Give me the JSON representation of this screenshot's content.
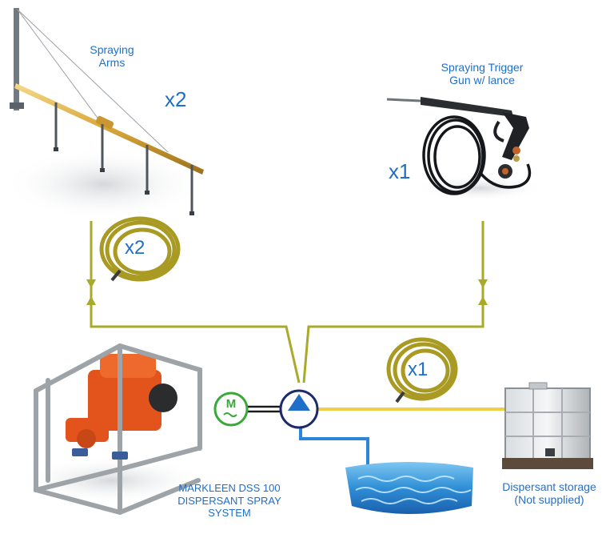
{
  "spraying_arms": {
    "label_line1": "Spraying",
    "label_line2": "Arms",
    "quantity": "x2"
  },
  "spray_gun": {
    "label_line1": "Spraying Trigger",
    "label_line2": "Gun  w/ lance",
    "quantity": "x1"
  },
  "hose_left": {
    "quantity": "x2"
  },
  "hose_right": {
    "quantity": "x1"
  },
  "motor": {
    "symbol": "M"
  },
  "system": {
    "line1": "MARKLEEN DSS 100",
    "line2": "DISPERSANT SPRAY",
    "line3": "SYSTEM"
  },
  "storage": {
    "line1": "Dispersant storage",
    "line2": "(Not supplied)"
  },
  "colors": {
    "label_blue": "#1f6fc8",
    "olive_line": "#a9a92a",
    "yellow_line": "#f0cf46",
    "water_line": "#2b86d8",
    "motor_green": "#3ba83b",
    "hose": "#a99a23",
    "pump_engine": "#e3541c",
    "frame_steel": "#9ea3a8"
  },
  "icons": {
    "spraying_arms": "spraying-arms-icon",
    "spray_gun": "spray-gun-icon",
    "hose": "hose-coil-icon",
    "motor": "motor-icon",
    "pump": "pump-icon",
    "water": "water-surface-icon",
    "storage": "ibc-tank-icon",
    "system": "pump-skid-icon"
  }
}
